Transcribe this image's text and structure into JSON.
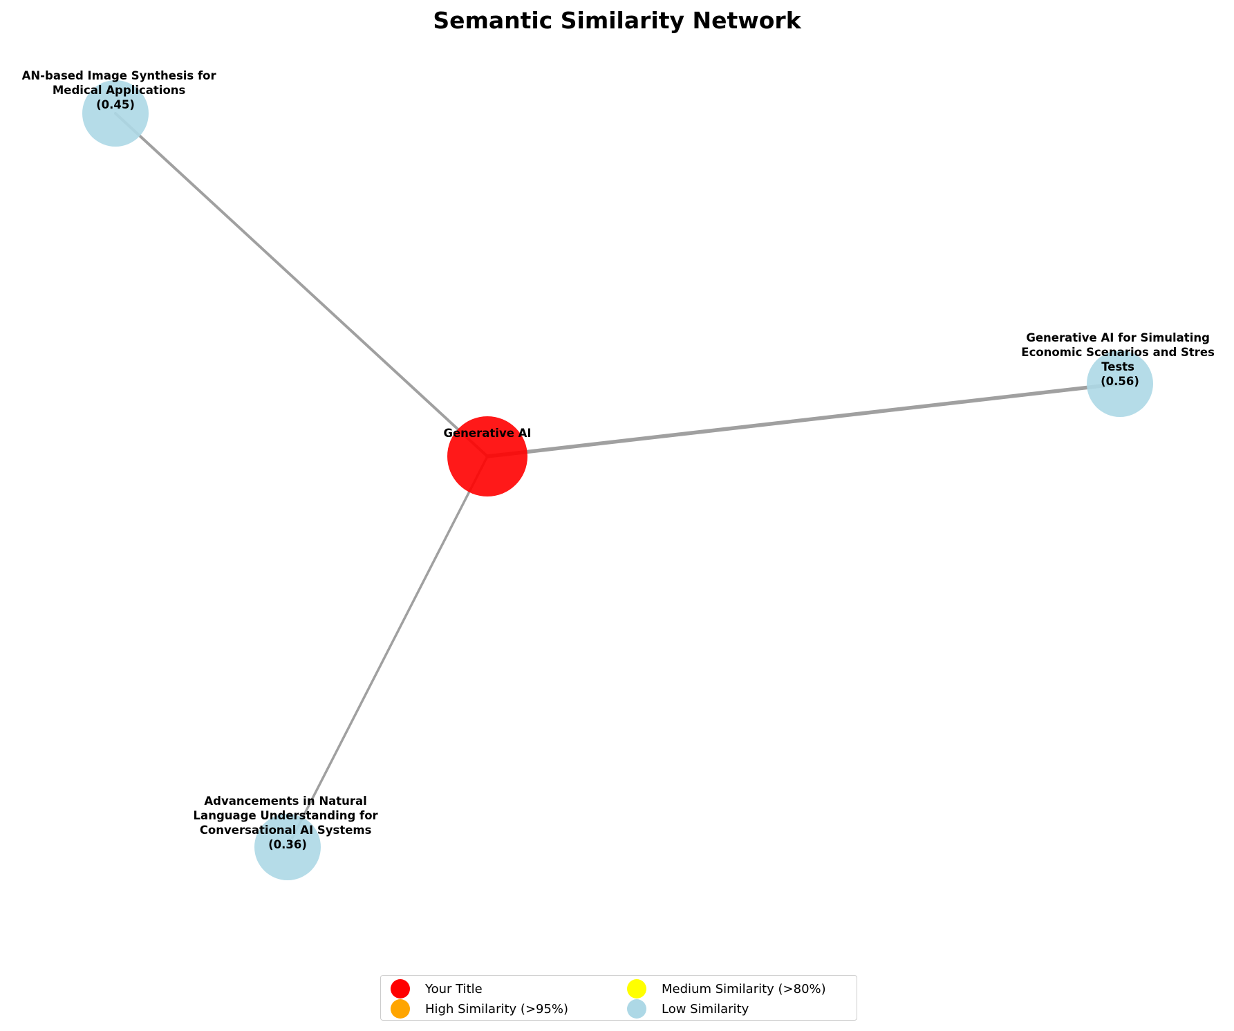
{
  "title": "Semantic Similarity Network",
  "colors": {
    "your_title": "#ff0000",
    "high": "#ffa500",
    "medium": "#ffff00",
    "low": "#add8e6",
    "edge": "#a0a0a0"
  },
  "nodes": {
    "center": {
      "lines": [
        "Generative AI"
      ],
      "color": "#ff0000"
    },
    "top_left": {
      "lines": [
        "AN-based Image Synthesis for",
        "Medical Applications",
        "(0.45)"
      ],
      "score": 0.45,
      "color": "#add8e6"
    },
    "right": {
      "lines": [
        "Generative AI for Simulating",
        "Economic Scenarios and Stres",
        "Tests",
        "(0.56)"
      ],
      "score": 0.56,
      "color": "#add8e6"
    },
    "bottom": {
      "lines": [
        "Advancements in Natural",
        "Language Understanding for",
        "Conversational AI Systems",
        "(0.36)"
      ],
      "score": 0.36,
      "color": "#add8e6"
    }
  },
  "legend": {
    "items": [
      {
        "label": "Your Title",
        "color": "#ff0000"
      },
      {
        "label": "High Similarity (>95%)",
        "color": "#ffa500"
      },
      {
        "label": "Medium Similarity (>80%)",
        "color": "#ffff00"
      },
      {
        "label": "Low Similarity",
        "color": "#add8e6"
      }
    ]
  }
}
